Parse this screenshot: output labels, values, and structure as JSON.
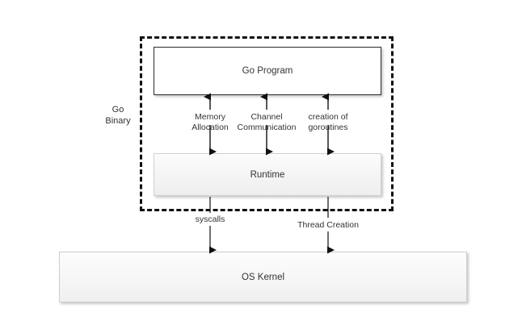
{
  "diagram": {
    "title": "Go runtime architecture diagram",
    "background_color": "#ffffff",
    "boundary": {
      "name": "Go Binary",
      "label": "Go\nBinary",
      "style": "dashed",
      "color": "#111111"
    },
    "nodes": [
      {
        "id": "go-program",
        "label": "Go Program",
        "fill": "#ffffff",
        "border": "#2b2b2b"
      },
      {
        "id": "runtime",
        "label": "Runtime",
        "fill": "#f4f4f4",
        "border": "#cfcfcf"
      },
      {
        "id": "os-kernel",
        "label": "OS Kernel",
        "fill": "#f6f6f6",
        "border": "#cfcfcf"
      }
    ],
    "edges": [
      {
        "id": "memory-allocation",
        "label": "Memory\nAllocation",
        "from": "runtime",
        "to": "go-program",
        "arrow": "double"
      },
      {
        "id": "channel-communication",
        "label": "Channel\nCommunication",
        "from": "runtime",
        "to": "go-program",
        "arrow": "double"
      },
      {
        "id": "creation-of-goroutines",
        "label": "creation of\ngoroutines",
        "from": "runtime",
        "to": "go-program",
        "arrow": "double"
      },
      {
        "id": "syscalls",
        "label": "syscalls",
        "from": "runtime",
        "to": "os-kernel",
        "arrow": "single"
      },
      {
        "id": "thread-creation",
        "label": "Thread Creation",
        "from": "runtime",
        "to": "os-kernel",
        "arrow": "single"
      }
    ]
  }
}
